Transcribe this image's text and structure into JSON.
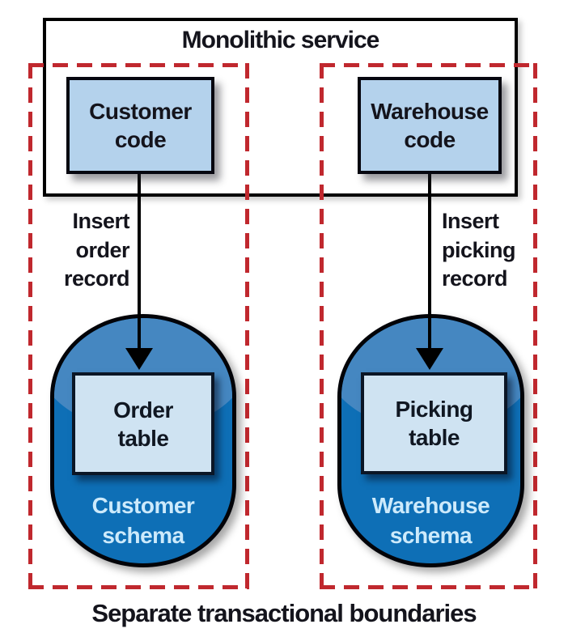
{
  "diagram": {
    "title": "Monolithic service",
    "caption": "Separate transactional boundaries"
  },
  "columns": [
    {
      "code_label": "Customer\ncode",
      "arrow_label": "Insert\norder\nrecord",
      "table_label": "Order\ntable",
      "schema_label": "Customer\nschema"
    },
    {
      "code_label": "Warehouse\ncode",
      "arrow_label": "Insert\npicking\nrecord",
      "table_label": "Picking\ntable",
      "schema_label": "Warehouse\nschema"
    }
  ],
  "colors": {
    "boundary_red": "#c0282e",
    "code_box_fill": "#b4d2ec",
    "table_box_fill": "#cfe3f2",
    "schema_body_blue": "#0e6fb6",
    "schema_highlight_blue": "#4587c1",
    "schema_label_text": "#cdeafb",
    "text_dark": "#14141c"
  }
}
